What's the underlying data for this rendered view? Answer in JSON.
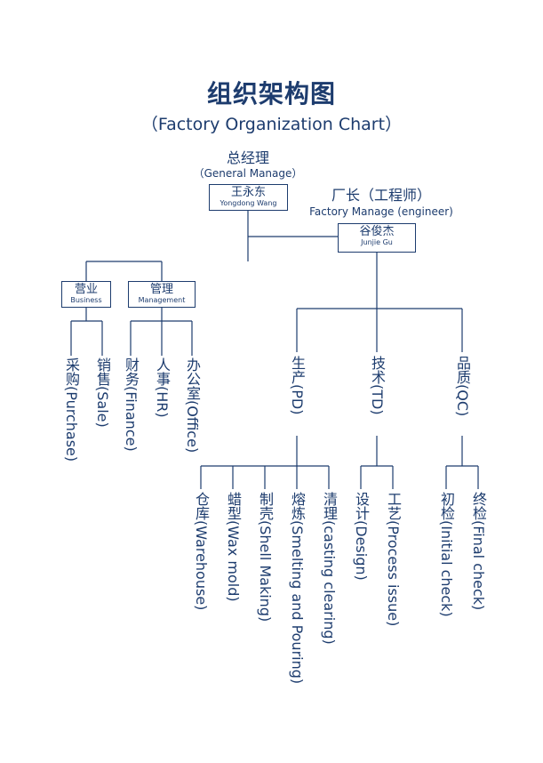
{
  "title": {
    "cn": "组织架构图",
    "en": "（Factory Organization Chart）"
  },
  "gm": {
    "title_cn": "总经理",
    "title_en": "（General Manage）",
    "name_cn": "王永东",
    "name_en": "Yongdong Wang"
  },
  "fm": {
    "title_cn": "厂长（工程师）",
    "title_en": "Factory Manage (engineer)",
    "name_cn": "谷俊杰",
    "name_en": "Junjie Gu"
  },
  "business": {
    "cn": "营业",
    "en": "Business"
  },
  "management": {
    "cn": "管理",
    "en": "Management"
  },
  "business_items": [
    "采购(Purchase)",
    "销售(Sale)"
  ],
  "management_items": [
    "财务(Finance)",
    "人事(HR)",
    "办公室(Office)"
  ],
  "divisions": [
    "生产(PD)",
    "技术(TD)",
    "品质(QC)"
  ],
  "pd_items": [
    "仓库(Warehouse)",
    "蜡型(Wax mold)",
    "制壳(Shell Making)",
    "熔炼(Smelting and Pouring)",
    "清理(casting clearing)"
  ],
  "td_items": [
    "设计(Design)",
    "工艺(Process issue)"
  ],
  "qc_items": [
    "初检(Initial check)",
    "终检(Final check)"
  ],
  "colors": {
    "primary": "#1d3c6e",
    "background": "#ffffff"
  }
}
